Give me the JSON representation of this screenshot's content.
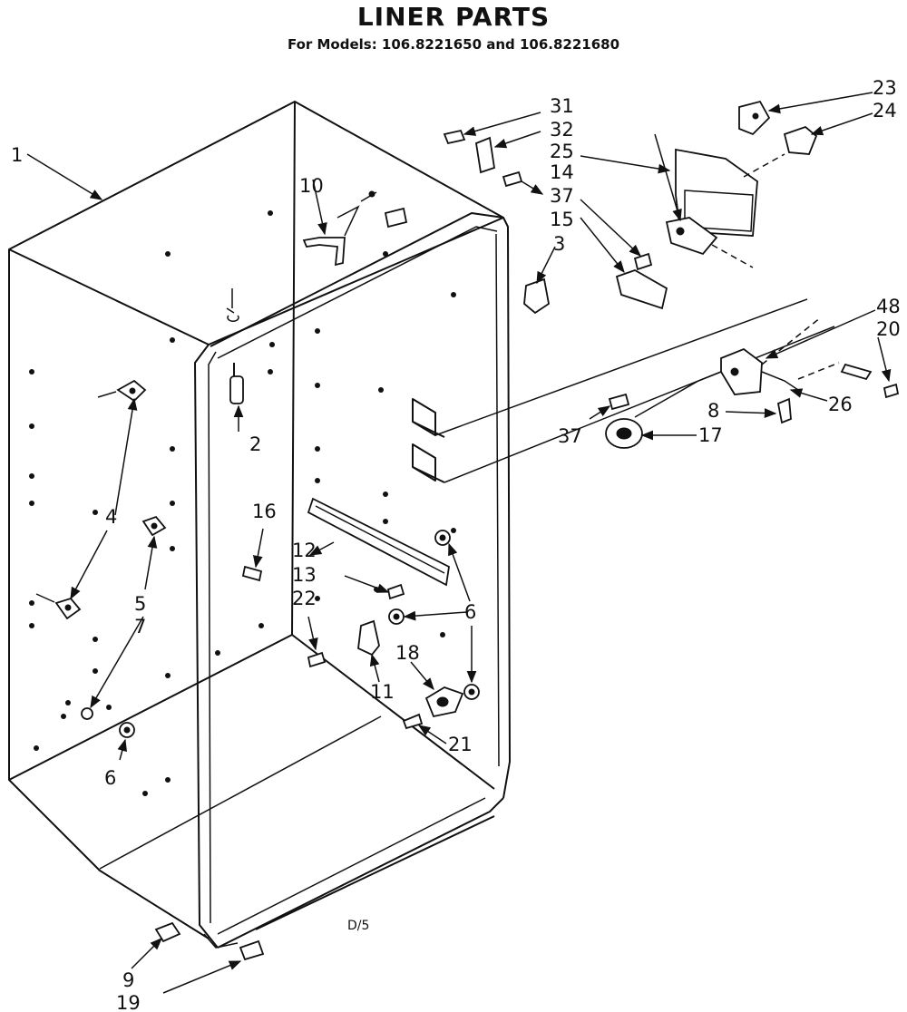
{
  "header": {
    "title": "LINER PARTS",
    "subtitle": "For Models: 106.8221650  and 106.8221680"
  },
  "diagram_code": "D/5",
  "callouts": [
    "1",
    "2",
    "3",
    "4",
    "5",
    "6",
    "6",
    "6",
    "6",
    "7",
    "8",
    "9",
    "10",
    "11",
    "12",
    "13",
    "14",
    "15",
    "16",
    "17",
    "18",
    "19",
    "20",
    "21",
    "22",
    "23",
    "24",
    "25",
    "26",
    "31",
    "32",
    "37",
    "37",
    "48"
  ]
}
